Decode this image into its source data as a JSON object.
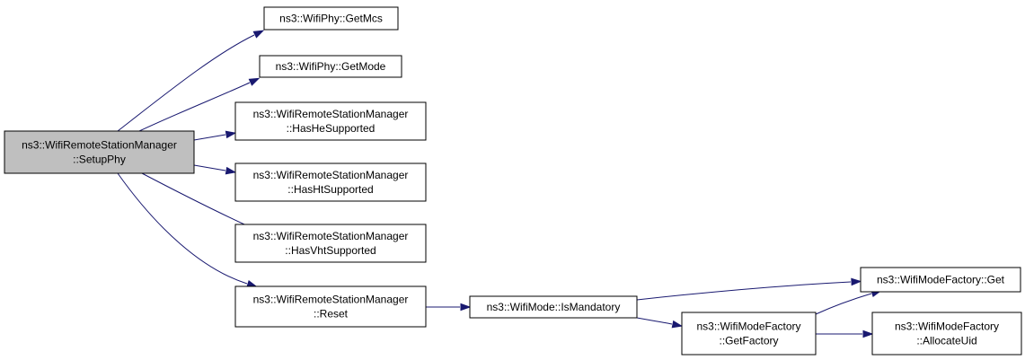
{
  "colors": {
    "node_fill": "#ffffff",
    "root_fill": "#bfbfbf",
    "edge": "#191970",
    "border": "#000000"
  },
  "nodes": [
    {
      "id": "setupphy",
      "lines": [
        "ns3::WifiRemoteStationManager",
        "::SetupPhy"
      ],
      "root": true
    },
    {
      "id": "getmcs",
      "lines": [
        "ns3::WifiPhy::GetMcs"
      ]
    },
    {
      "id": "getmode",
      "lines": [
        "ns3::WifiPhy::GetMode"
      ]
    },
    {
      "id": "hashe",
      "lines": [
        "ns3::WifiRemoteStationManager",
        "::HasHeSupported"
      ]
    },
    {
      "id": "hasht",
      "lines": [
        "ns3::WifiRemoteStationManager",
        "::HasHtSupported"
      ]
    },
    {
      "id": "hasvht",
      "lines": [
        "ns3::WifiRemoteStationManager",
        "::HasVhtSupported"
      ]
    },
    {
      "id": "reset",
      "lines": [
        "ns3::WifiRemoteStationManager",
        "::Reset"
      ]
    },
    {
      "id": "ismandatory",
      "lines": [
        "ns3::WifiMode::IsMandatory"
      ]
    },
    {
      "id": "factoryget",
      "lines": [
        "ns3::WifiModeFactory::Get"
      ]
    },
    {
      "id": "getfactory",
      "lines": [
        "ns3::WifiModeFactory",
        "::GetFactory"
      ]
    },
    {
      "id": "allocateuid",
      "lines": [
        "ns3::WifiModeFactory",
        "::AllocateUid"
      ]
    }
  ],
  "edges": [
    {
      "from": "setupphy",
      "to": "getmcs"
    },
    {
      "from": "setupphy",
      "to": "getmode"
    },
    {
      "from": "setupphy",
      "to": "hashe"
    },
    {
      "from": "setupphy",
      "to": "hasht"
    },
    {
      "from": "setupphy",
      "to": "hasvht"
    },
    {
      "from": "setupphy",
      "to": "reset"
    },
    {
      "from": "reset",
      "to": "ismandatory"
    },
    {
      "from": "ismandatory",
      "to": "factoryget"
    },
    {
      "from": "ismandatory",
      "to": "getfactory"
    },
    {
      "from": "getfactory",
      "to": "factoryget"
    },
    {
      "from": "getfactory",
      "to": "allocateuid"
    }
  ]
}
